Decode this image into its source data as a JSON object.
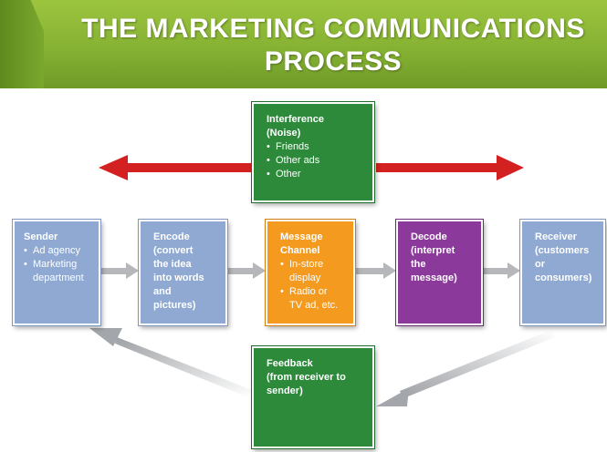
{
  "header": {
    "title": "THE MARKETING COMMUNICATIONS\nPROCESS"
  },
  "diagram": {
    "interference": {
      "heading": "Interference\n(Noise)",
      "items": [
        "Friends",
        "Other ads",
        "Other"
      ]
    },
    "sender": {
      "heading": "Sender",
      "items": [
        "Ad agency",
        "Marketing\ndepartment"
      ]
    },
    "encode": {
      "heading": "Encode\n(convert\nthe idea\ninto words\nand\npictures)"
    },
    "channel": {
      "heading": "Message\nChannel",
      "items": [
        "In-store\ndisplay",
        "Radio or\nTV ad, etc."
      ]
    },
    "decode": {
      "heading": "Decode\n(interpret\nthe\nmessage)"
    },
    "receiver": {
      "heading": "Receiver\n(customers\nor\nconsumers)"
    },
    "feedback": {
      "heading": "Feedback\n(from receiver to\nsender)"
    }
  },
  "colors": {
    "header_green": "#86b233",
    "box_blue": "#8fa9d2",
    "box_green": "#2c8a3a",
    "box_orange": "#f39a1f",
    "box_purple": "#8b3a9b",
    "arrow_red": "#d32020",
    "arrow_gray": "#b5b7ba"
  }
}
